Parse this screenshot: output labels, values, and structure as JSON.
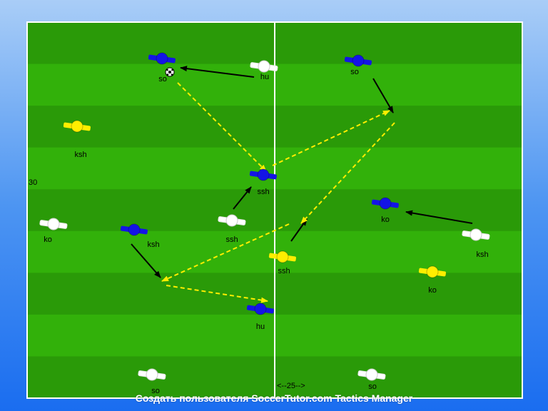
{
  "pitch": {
    "stripe_light": "#32b10a",
    "stripe_dark": "#2a9a08",
    "line_color": "#ffffff",
    "width_marker": "<--25-->",
    "height_marker": "30"
  },
  "footer_text": "Создать пользователя SoccerTutor.com Tactics Manager",
  "team_colors": {
    "blue": "#1414e6",
    "white": "#ffffff",
    "yellow": "#ffee00",
    "ball": "#ffffff"
  },
  "players": [
    {
      "team": "blue",
      "label": "so"
    },
    {
      "team": "white",
      "label": "hu"
    },
    {
      "team": "blue",
      "label": "so"
    },
    {
      "team": "yellow",
      "label": "ksh"
    },
    {
      "team": "blue",
      "label": "ssh"
    },
    {
      "team": "blue",
      "label": "ko"
    },
    {
      "team": "white",
      "label": "ko"
    },
    {
      "team": "blue",
      "label": "ksh"
    },
    {
      "team": "white",
      "label": "ssh"
    },
    {
      "team": "yellow",
      "label": "ssh"
    },
    {
      "team": "white",
      "label": "ksh"
    },
    {
      "team": "yellow",
      "label": "ko"
    },
    {
      "team": "blue",
      "label": "hu"
    },
    {
      "team": "white",
      "label": "so"
    },
    {
      "team": "white",
      "label": "so"
    }
  ],
  "arrows": {
    "pass_color": "#ffee00",
    "run_color": "#000000",
    "pass_style": "dashed",
    "run_style": "solid"
  }
}
